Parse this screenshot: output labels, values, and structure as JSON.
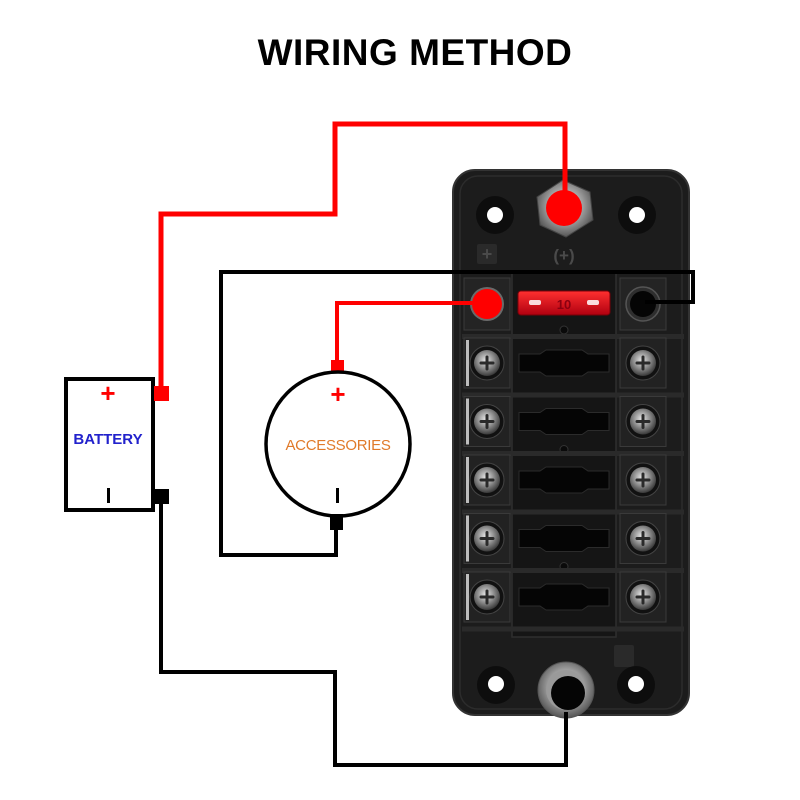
{
  "title": "WIRING METHOD",
  "battery": {
    "label": "BATTERY",
    "positive_symbol": "+",
    "negative_symbol": "|"
  },
  "accessories": {
    "label": "ACCESSORIES",
    "positive_symbol": "+",
    "negative_symbol": "|"
  },
  "fuse_block": {
    "input_fuse_rating": "10",
    "positive_marks": [
      "+",
      "(+)"
    ],
    "fuse_slots": 6,
    "terminal_rows": 5
  },
  "colors": {
    "positive_wire": "#ff0000",
    "negative_wire": "#000000",
    "battery_text": "#2222cc",
    "accessories_text": "#e07a2a",
    "fuse_block_body": "#1a1a1a",
    "fuse": "#d4141a"
  }
}
